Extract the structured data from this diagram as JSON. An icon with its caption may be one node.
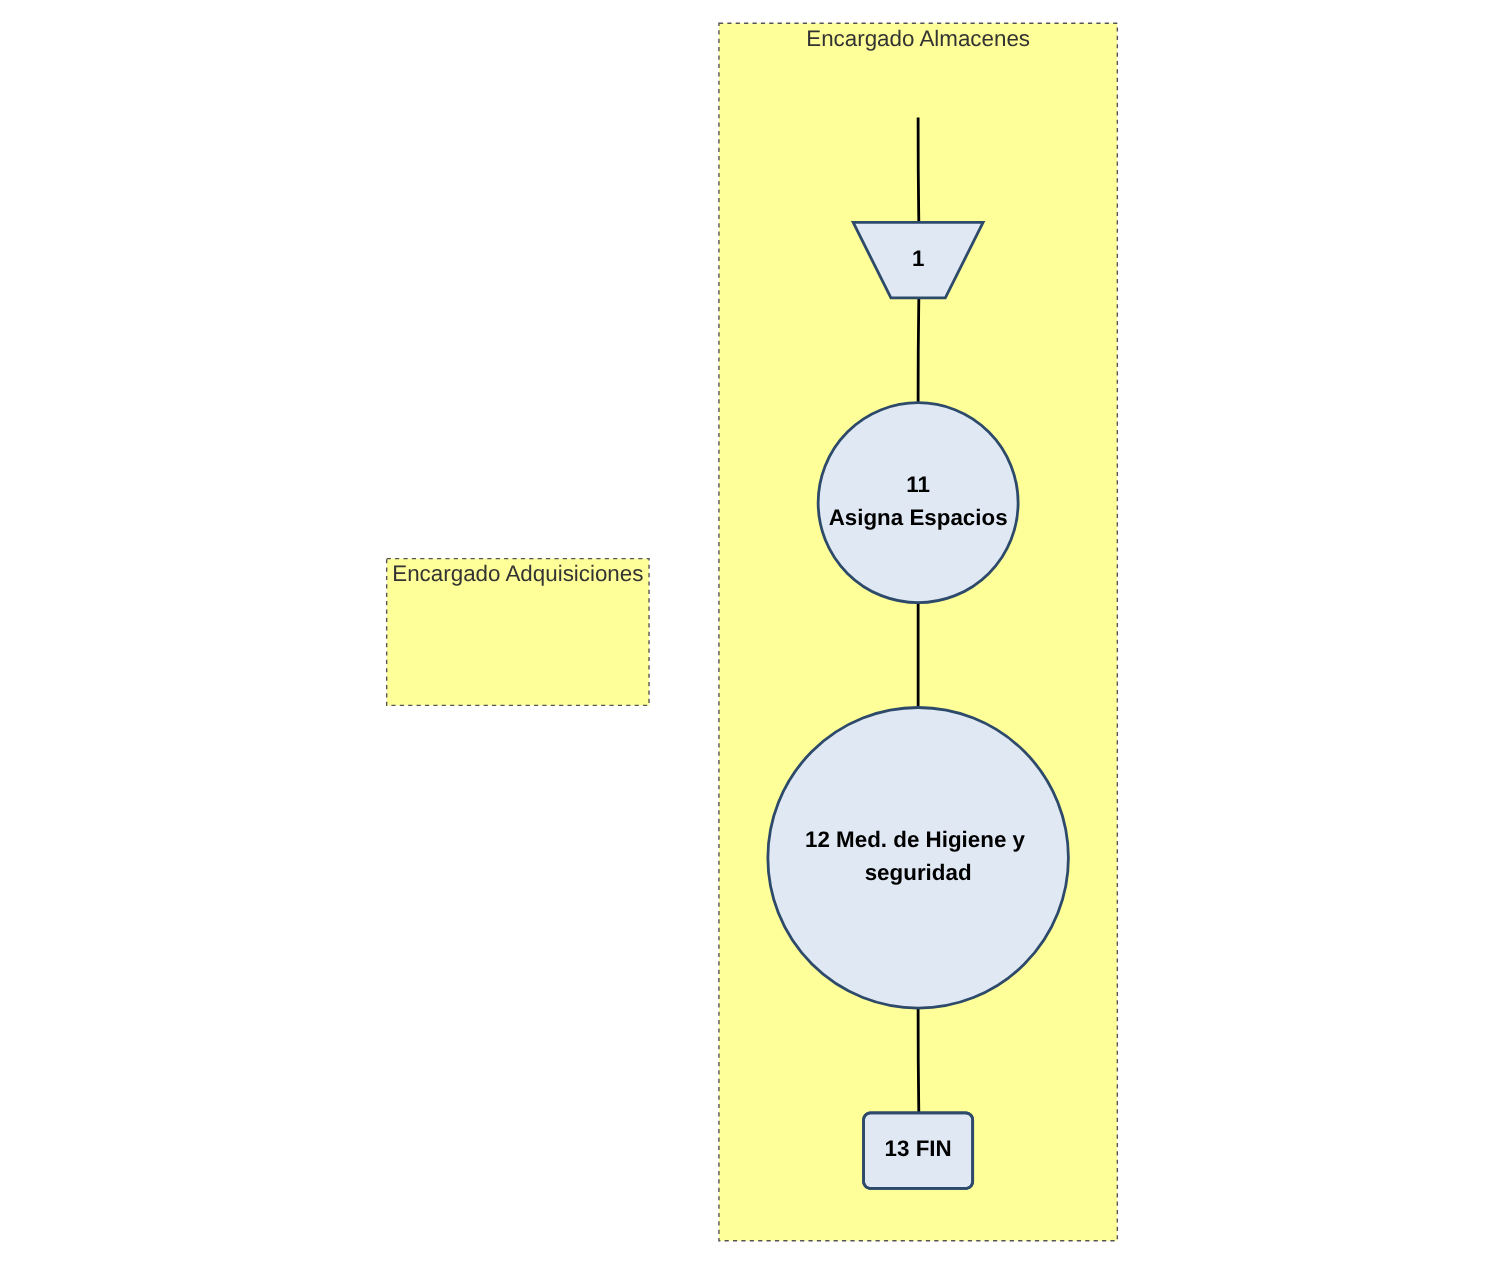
{
  "diagram": {
    "nodes": [
      {
        "text": [
          "Encargado Almacenes"
        ]
      },
      {
        "text": [
          "Encargado Adquisiciones"
        ]
      },
      {
        "text": [
          "1"
        ],
        "in": 0
      },
      {
        "text": [
          "11",
          "Asigna Espacios"
        ],
        "in": 0
      },
      {
        "text": [
          "12 Med. de Higiene y seguridad"
        ],
        "in": 0
      },
      {
        "text": [
          "13 FIN"
        ],
        "in": 0
      }
    ],
    "edges": [
      {
        "from": null,
        "to": 2,
        "arrow": "none"
      },
      {
        "from": 2,
        "to": 3,
        "arrow": "none"
      },
      {
        "from": 3,
        "to": 4,
        "arrow": "none"
      },
      {
        "from": 4,
        "to": 5,
        "arrow": "none"
      }
    ]
  }
}
